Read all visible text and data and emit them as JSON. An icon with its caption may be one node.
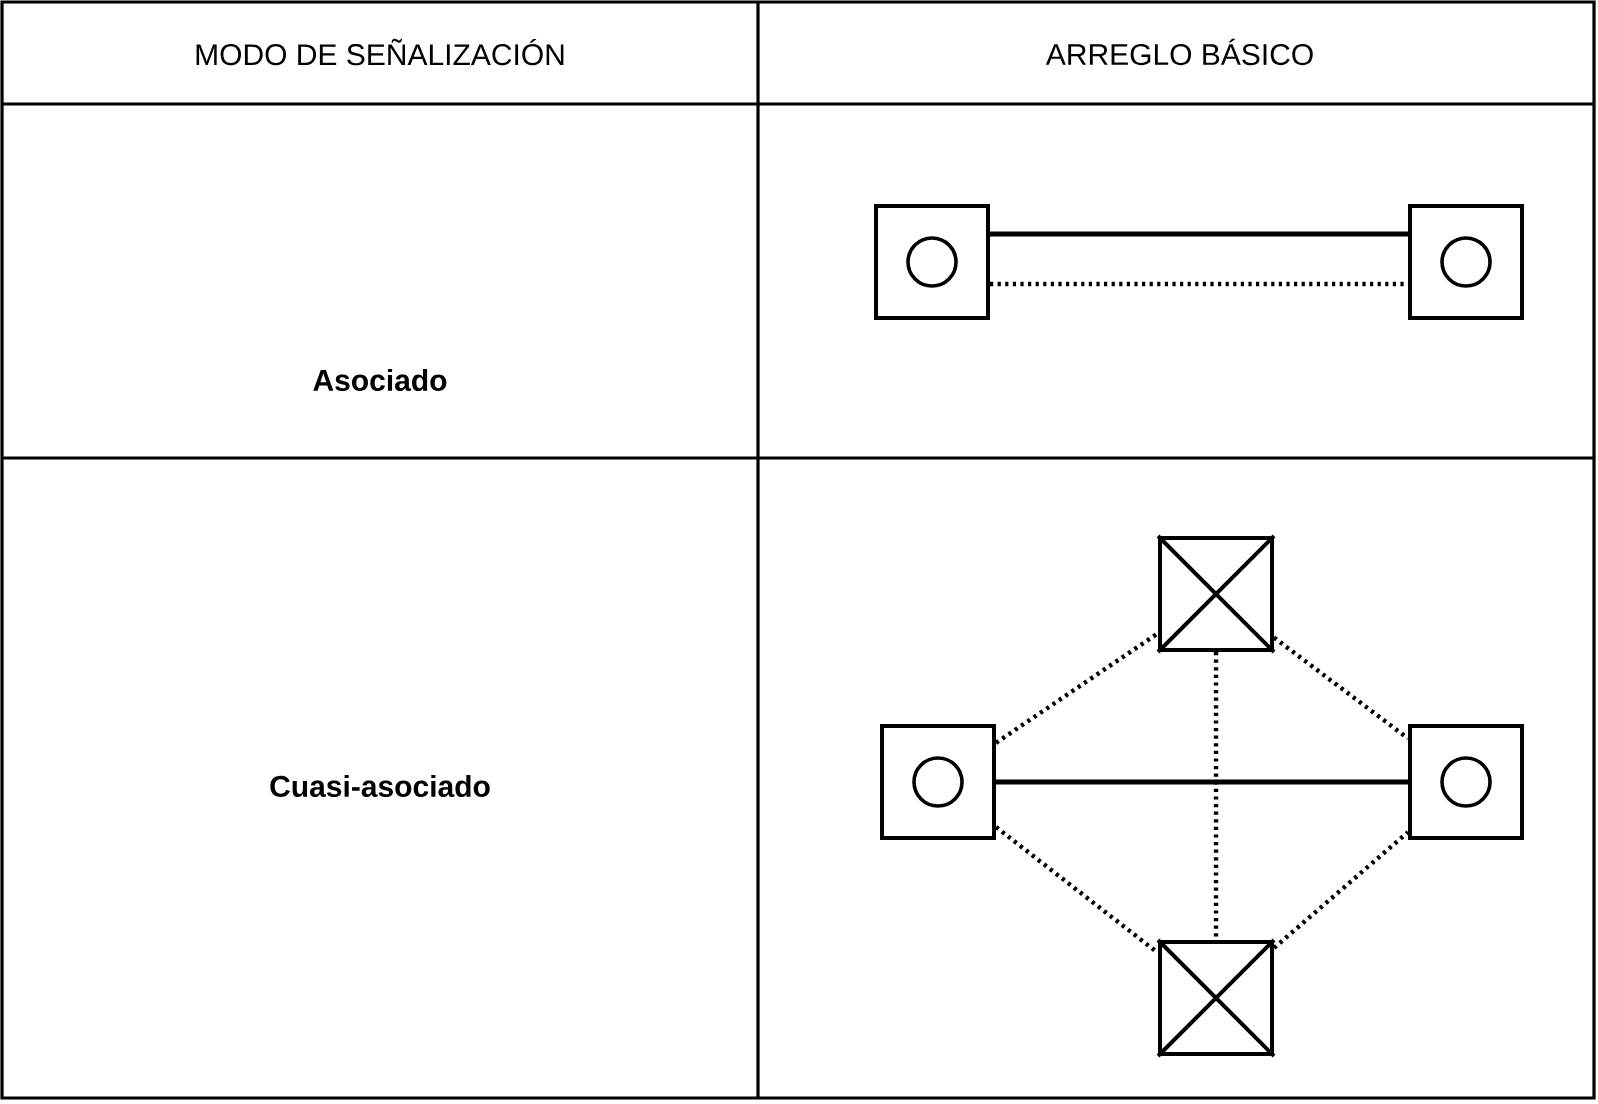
{
  "diagram": {
    "nodes": [
      {
        "text": [],
        "shape": "box"
      },
      {
        "text": [],
        "shape": "box"
      },
      {
        "text": [],
        "shape": "box"
      },
      {
        "text": [],
        "shape": "box"
      },
      {
        "text": [],
        "shape": "box"
      },
      {
        "text": [],
        "shape": "box"
      }
    ],
    "edges": [
      {
        "from": 0,
        "to": 1,
        "arrow": "none"
      },
      {
        "from": 0,
        "to": 1,
        "arrow": "none",
        "style": "dashed"
      },
      {
        "from": 3,
        "to": 4,
        "arrow": "none"
      },
      {
        "from": 3,
        "to": 2,
        "arrow": "none",
        "style": "dashed"
      },
      {
        "from": 2,
        "to": 4,
        "arrow": "none",
        "style": "dashed"
      },
      {
        "from": 3,
        "to": 5,
        "arrow": "none",
        "style": "dashed"
      },
      {
        "from": 5,
        "to": 4,
        "arrow": "none",
        "style": "dashed"
      },
      {
        "from": 2,
        "to": 5,
        "arrow": "none",
        "style": "dashed"
      }
    ],
    "labels": [
      "MODO DE SEÑALIZACIÓN",
      "ARREGLO BÁSICO",
      "Asociado",
      "Cuasi-asociado"
    ]
  }
}
